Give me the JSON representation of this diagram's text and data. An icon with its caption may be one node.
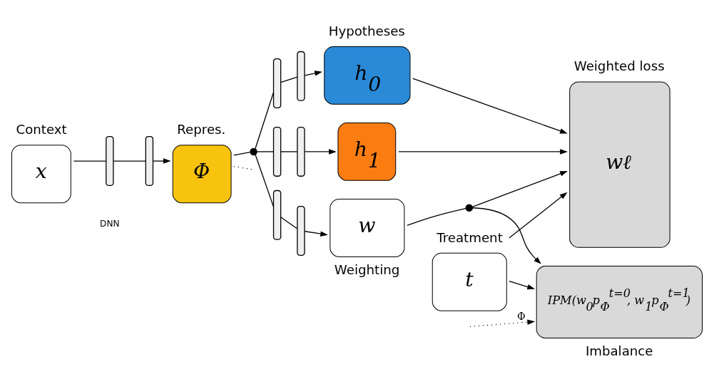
{
  "diagram": {
    "nodes": [
      {
        "text": [
          "Context",
          "x"
        ]
      },
      {
        "text": [],
        "shape": "bar"
      },
      {
        "text": [],
        "shape": "bar"
      },
      {
        "text": [
          "Repres.",
          "Φ"
        ]
      },
      {
        "text": [],
        "shape": "circle"
      },
      {
        "text": [],
        "shape": "bar"
      },
      {
        "text": [],
        "shape": "bar"
      },
      {
        "text": [
          "Hypotheses",
          "h$_{0}$"
        ]
      },
      {
        "text": [],
        "shape": "bar"
      },
      {
        "text": [],
        "shape": "bar"
      },
      {
        "text": [
          "h$_{1}$"
        ]
      },
      {
        "text": [],
        "shape": "bar"
      },
      {
        "text": [],
        "shape": "bar"
      },
      {
        "text": [
          "w",
          "Weighting"
        ]
      },
      {
        "text": [
          "Weighted loss",
          "wℓ"
        ]
      },
      {
        "text": [
          "Treatment",
          "t"
        ]
      },
      {
        "text": [],
        "shape": "circle"
      },
      {
        "text": [
          "IPM(w$_{0}$p$_{Φ}$$^{t=0}$, w$_{1}$p$_{Φ}$$^{t=1}$)",
          "Imbalance"
        ]
      }
    ],
    "edges": [
      {
        "from": 0,
        "to": 1,
        "arrow": "none"
      },
      {
        "from": 1,
        "to": 2,
        "arrow": "none"
      },
      {
        "from": 2,
        "to": 3,
        "arrow": "to"
      },
      {
        "from": 3,
        "to": 4,
        "arrow": "none"
      },
      {
        "from": 4,
        "to": 5,
        "arrow": "none"
      },
      {
        "from": 5,
        "to": 6,
        "arrow": "none"
      },
      {
        "from": 6,
        "to": 7,
        "arrow": "to"
      },
      {
        "from": 4,
        "to": 8,
        "arrow": "none"
      },
      {
        "from": 8,
        "to": 9,
        "arrow": "none"
      },
      {
        "from": 9,
        "to": 10,
        "arrow": "to"
      },
      {
        "from": 4,
        "to": 11,
        "arrow": "none"
      },
      {
        "from": 11,
        "to": 12,
        "arrow": "none"
      },
      {
        "from": 12,
        "to": 13,
        "arrow": "to"
      },
      {
        "from": 7,
        "to": 14,
        "arrow": "to"
      },
      {
        "from": 10,
        "to": 14,
        "arrow": "to"
      },
      {
        "from": 15,
        "to": 14,
        "arrow": "to"
      },
      {
        "from": 13,
        "to": 16,
        "arrow": "none"
      },
      {
        "from": 16,
        "to": 14,
        "arrow": "to"
      },
      {
        "from": 16,
        "to": 17,
        "arrow": "to"
      },
      {
        "from": 15,
        "to": 17,
        "arrow": "to"
      },
      {
        "from": 3,
        "to": null,
        "arrow": "none",
        "style": "dashed"
      },
      {
        "from": null,
        "to": 17,
        "arrow": "to",
        "style": "dashed",
        "label": "Φ"
      }
    ],
    "labels": [
      "DNN"
    ]
  }
}
